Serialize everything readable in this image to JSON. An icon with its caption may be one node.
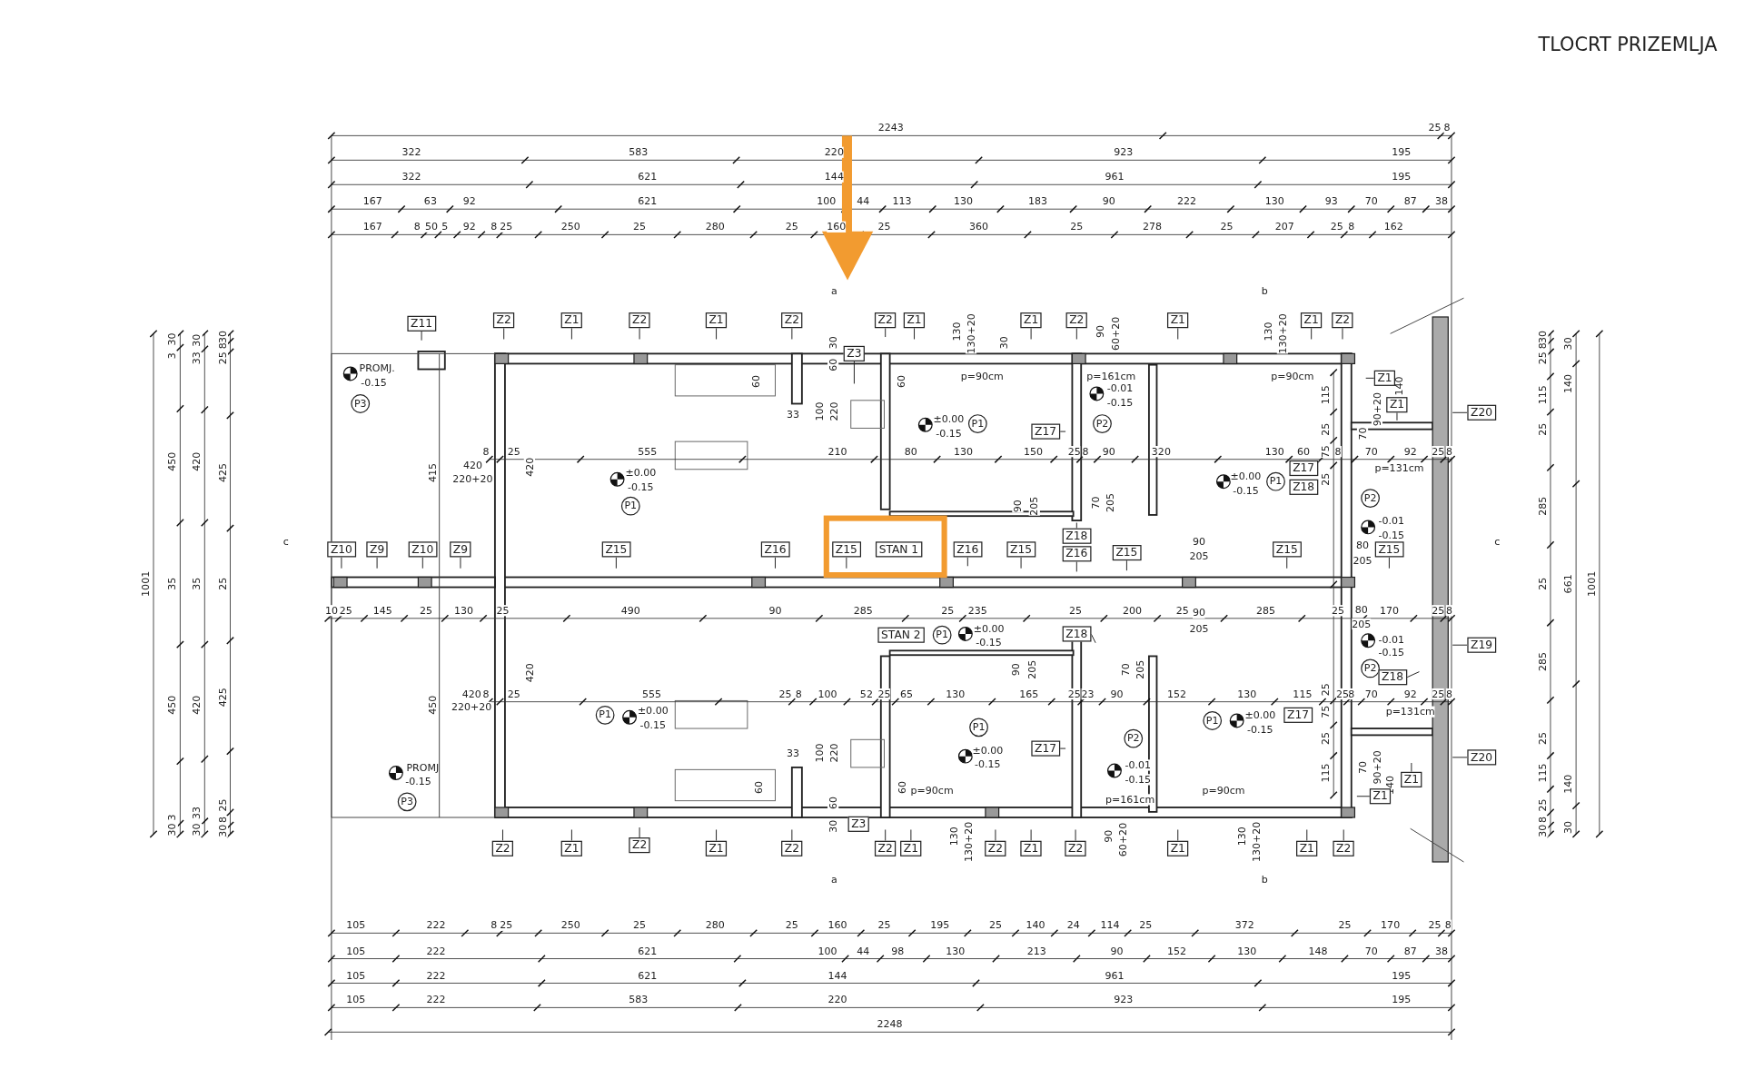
{
  "diagram": {
    "title": "TLOCRT PRIZEMLJA",
    "nodes": [
      {
        "text": [
          "Z11"
        ]
      },
      {
        "text": [
          "Z2"
        ]
      },
      {
        "text": [
          "Z1"
        ]
      },
      {
        "text": [
          "Z2"
        ]
      },
      {
        "text": [
          "Z1"
        ]
      },
      {
        "text": [
          "Z2"
        ]
      },
      {
        "text": [
          "Z2"
        ]
      },
      {
        "text": [
          "Z1"
        ]
      },
      {
        "text": [
          "Z1"
        ]
      },
      {
        "text": [
          "Z2"
        ]
      },
      {
        "text": [
          "Z1"
        ]
      },
      {
        "text": [
          "Z1"
        ]
      },
      {
        "text": [
          "Z2"
        ]
      },
      {
        "text": [
          "Z3"
        ]
      },
      {
        "text": [
          "P3"
        ]
      },
      {
        "text": [
          "Z1"
        ]
      },
      {
        "text": [
          "Z1"
        ]
      },
      {
        "text": [
          "Z20"
        ]
      },
      {
        "text": [
          "P1"
        ]
      },
      {
        "text": [
          "P2"
        ]
      },
      {
        "text": [
          "Z17"
        ]
      },
      {
        "text": [
          "Z17"
        ]
      },
      {
        "text": [
          "P1"
        ]
      },
      {
        "text": [
          "Z18"
        ]
      },
      {
        "text": [
          "P1"
        ]
      },
      {
        "text": [
          "P2"
        ]
      },
      {
        "text": [
          "Z10"
        ]
      },
      {
        "text": [
          "Z9"
        ]
      },
      {
        "text": [
          "Z10"
        ]
      },
      {
        "text": [
          "Z9"
        ]
      },
      {
        "text": [
          "Z15"
        ]
      },
      {
        "text": [
          "Z16"
        ]
      },
      {
        "text": [
          "Z15"
        ]
      },
      {
        "text": [
          "STAN 1"
        ]
      },
      {
        "text": [
          "Z16"
        ]
      },
      {
        "text": [
          "Z15"
        ]
      },
      {
        "text": [
          "Z18"
        ]
      },
      {
        "text": [
          "Z16"
        ]
      },
      {
        "text": [
          "Z15"
        ]
      },
      {
        "text": [
          "Z15"
        ]
      },
      {
        "text": [
          "Z15"
        ]
      },
      {
        "text": [
          "STAN 2"
        ]
      },
      {
        "text": [
          "P1"
        ]
      },
      {
        "text": [
          "Z18"
        ]
      },
      {
        "text": [
          "Z19"
        ]
      },
      {
        "text": [
          "P2"
        ]
      },
      {
        "text": [
          "Z18"
        ]
      },
      {
        "text": [
          "P1"
        ]
      },
      {
        "text": [
          "P1"
        ]
      },
      {
        "text": [
          "P2"
        ]
      },
      {
        "text": [
          "P1"
        ]
      },
      {
        "text": [
          "Z17"
        ]
      },
      {
        "text": [
          "Z17"
        ]
      },
      {
        "text": [
          "Z20"
        ]
      },
      {
        "text": [
          "Z1"
        ]
      },
      {
        "text": [
          "Z1"
        ]
      },
      {
        "text": [
          "P3"
        ]
      },
      {
        "text": [
          "Z3"
        ]
      },
      {
        "text": [
          "Z2"
        ]
      },
      {
        "text": [
          "Z1"
        ]
      },
      {
        "text": [
          "Z2"
        ]
      },
      {
        "text": [
          "Z1"
        ]
      },
      {
        "text": [
          "Z2"
        ]
      },
      {
        "text": [
          "Z2"
        ]
      },
      {
        "text": [
          "Z1"
        ]
      },
      {
        "text": [
          "Z2"
        ]
      },
      {
        "text": [
          "Z1"
        ]
      },
      {
        "text": [
          "Z2"
        ]
      },
      {
        "text": [
          "Z1"
        ]
      },
      {
        "text": [
          "Z1"
        ]
      },
      {
        "text": [
          "Z2"
        ]
      }
    ],
    "edges": [
      {
        "from": 0,
        "to": null,
        "arrow": "none"
      },
      {
        "from": 1,
        "to": null,
        "arrow": "none"
      },
      {
        "from": 2,
        "to": null,
        "arrow": "none"
      },
      {
        "from": 3,
        "to": null,
        "arrow": "none"
      },
      {
        "from": 4,
        "to": null,
        "arrow": "none"
      },
      {
        "from": 5,
        "to": null,
        "arrow": "none"
      },
      {
        "from": 6,
        "to": null,
        "arrow": "none"
      },
      {
        "from": 7,
        "to": null,
        "arrow": "none"
      },
      {
        "from": 8,
        "to": null,
        "arrow": "none"
      },
      {
        "from": 9,
        "to": null,
        "arrow": "none"
      },
      {
        "from": 10,
        "to": null,
        "arrow": "none"
      },
      {
        "from": 11,
        "to": null,
        "arrow": "none"
      },
      {
        "from": 12,
        "to": null,
        "arrow": "none"
      },
      {
        "from": 13,
        "to": null,
        "arrow": "none"
      },
      {
        "from": 15,
        "to": null,
        "arrow": "none"
      },
      {
        "from": 16,
        "to": null,
        "arrow": "none"
      },
      {
        "from": 17,
        "to": null,
        "arrow": "none"
      },
      {
        "from": 20,
        "to": null,
        "arrow": "none"
      },
      {
        "from": 26,
        "to": null,
        "arrow": "none"
      },
      {
        "from": 27,
        "to": null,
        "arrow": "none"
      },
      {
        "from": 28,
        "to": null,
        "arrow": "none"
      },
      {
        "from": 29,
        "to": null,
        "arrow": "none"
      },
      {
        "from": 30,
        "to": null,
        "arrow": "none"
      },
      {
        "from": 31,
        "to": null,
        "arrow": "none"
      },
      {
        "from": 32,
        "to": null,
        "arrow": "none"
      },
      {
        "from": 34,
        "to": null,
        "arrow": "none"
      },
      {
        "from": 35,
        "to": null,
        "arrow": "none"
      },
      {
        "from": 37,
        "to": null,
        "arrow": "none"
      },
      {
        "from": 38,
        "to": null,
        "arrow": "none"
      },
      {
        "from": 39,
        "to": null,
        "arrow": "none"
      },
      {
        "from": 40,
        "to": null,
        "arrow": "none"
      },
      {
        "from": 36,
        "to": null,
        "arrow": "none"
      },
      {
        "from": 43,
        "to": null,
        "arrow": "none"
      },
      {
        "from": 44,
        "to": null,
        "arrow": "none"
      },
      {
        "from": 46,
        "to": null,
        "arrow": "none"
      },
      {
        "from": 52,
        "to": null,
        "arrow": "none"
      },
      {
        "from": 53,
        "to": null,
        "arrow": "none"
      },
      {
        "from": 54,
        "to": null,
        "arrow": "none"
      },
      {
        "from": 55,
        "to": null,
        "arrow": "none"
      },
      {
        "from": 58,
        "to": null,
        "arrow": "none"
      },
      {
        "from": 59,
        "to": null,
        "arrow": "none"
      },
      {
        "from": 60,
        "to": null,
        "arrow": "none"
      },
      {
        "from": 61,
        "to": null,
        "arrow": "none"
      },
      {
        "from": 62,
        "to": null,
        "arrow": "none"
      },
      {
        "from": 63,
        "to": null,
        "arrow": "none"
      },
      {
        "from": 64,
        "to": null,
        "arrow": "none"
      },
      {
        "from": 65,
        "to": null,
        "arrow": "none"
      },
      {
        "from": 66,
        "to": null,
        "arrow": "none"
      },
      {
        "from": 67,
        "to": null,
        "arrow": "none"
      },
      {
        "from": 68,
        "to": null,
        "arrow": "none"
      },
      {
        "from": 69,
        "to": null,
        "arrow": "none"
      },
      {
        "from": 70,
        "to": null,
        "arrow": "none"
      }
    ],
    "labels": [
      "2243",
      "25",
      "8",
      "322",
      "583",
      "220",
      "923",
      "195",
      "322",
      "621",
      "144",
      "961",
      "195",
      "167",
      "63",
      "92",
      "621",
      "100",
      "44",
      "113",
      "130",
      "183",
      "90",
      "222",
      "130",
      "93",
      "70",
      "87",
      "38",
      "167",
      "8",
      "50",
      "5",
      "92",
      "8",
      "25",
      "250",
      "25",
      "280",
      "25",
      "160",
      "25",
      "360",
      "25",
      "278",
      "25",
      "207",
      "25",
      "8",
      "162",
      "105",
      "222",
      "8",
      "25",
      "250",
      "25",
      "280",
      "25",
      "160",
      "25",
      "195",
      "25",
      "140",
      "24",
      "114",
      "25",
      "372",
      "25",
      "170",
      "25",
      "8",
      "105",
      "222",
      "621",
      "100",
      "44",
      "98",
      "130",
      "213",
      "90",
      "152",
      "130",
      "148",
      "70",
      "87",
      "38",
      "105",
      "222",
      "621",
      "144",
      "961",
      "195",
      "105",
      "222",
      "583",
      "220",
      "923",
      "195",
      "2248",
      "1001",
      "3",
      "30",
      "450",
      "35",
      "450",
      "3",
      "30",
      "33",
      "30",
      "420",
      "35",
      "420",
      "33",
      "30",
      "25",
      "8",
      "30",
      "425",
      "25",
      "425",
      "25",
      "8",
      "30",
      "25",
      "8",
      "30",
      "115",
      "25",
      "285",
      "25",
      "285",
      "25",
      "115",
      "25",
      "8",
      "30",
      "30",
      "140",
      "661",
      "140",
      "30",
      "1001",
      "115",
      "25",
      "75",
      "25",
      "25",
      "75",
      "25",
      "115",
      "415",
      "420",
      "450",
      "420",
      "60",
      "30",
      "60",
      "100",
      "220",
      "60",
      "90",
      "205",
      "70",
      "205",
      "130",
      "130+20",
      "30",
      "90",
      "60+20",
      "130",
      "130+20",
      "70",
      "90+20",
      "140",
      "60",
      "100",
      "220",
      "60",
      "30",
      "60",
      "90",
      "205",
      "70",
      "205",
      "130",
      "130+20",
      "90",
      "60+20",
      "130",
      "130+20",
      "70",
      "90+20",
      "140",
      "420",
      "220+20",
      "33",
      "90",
      "205",
      "80",
      "205",
      "420",
      "220+20",
      "33",
      "90",
      "205",
      "80",
      "205",
      "p=90cm",
      "p=161cm",
      "p=90cm",
      "p=131cm",
      "p=90cm",
      "p=161cm",
      "p=90cm",
      "p=131cm",
      "8",
      "25",
      "555",
      "210",
      "80",
      "130",
      "150",
      "25",
      "8",
      "90",
      "320",
      "130",
      "60",
      "8",
      "70",
      "92",
      "25",
      "8",
      "10",
      "25",
      "145",
      "25",
      "130",
      "25",
      "490",
      "90",
      "285",
      "25",
      "235",
      "25",
      "200",
      "25",
      "285",
      "25",
      "170",
      "25",
      "8",
      "8",
      "25",
      "555",
      "25",
      "8",
      "100",
      "52",
      "25",
      "65",
      "130",
      "165",
      "25",
      "23",
      "90",
      "152",
      "130",
      "115",
      "25",
      "8",
      "70",
      "92",
      "25",
      "8",
      "PROMJ.",
      "-0.15",
      "±0.00",
      "-0.15",
      "±0.00",
      "-0.15",
      "-0.01",
      "-0.15",
      "±0.00",
      "-0.15",
      "-0.01",
      "-0.15",
      "±0.00",
      "-0.15",
      "-0.01",
      "-0.15",
      "±0.00",
      "-0.15",
      "±0.00",
      "-0.15",
      "-0.01",
      "-0.15",
      "±0.00",
      "-0.15",
      "PROMJ",
      "-0.15",
      "a",
      "b",
      "c",
      "c",
      "a",
      "b"
    ]
  }
}
